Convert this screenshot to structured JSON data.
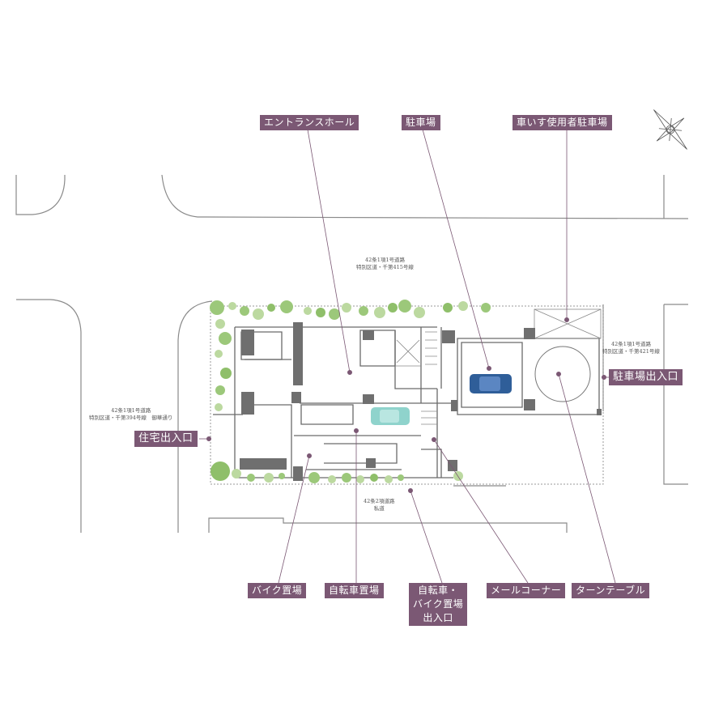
{
  "colors": {
    "callout_bg": "#7b5874",
    "callout_text": "#ffffff",
    "leader_line": "#7b5874",
    "wall": "#6f6f6f",
    "outline": "#666666",
    "greenery": "#8fbf6a",
    "blue_car": "#2f5e99",
    "teal_car": "#8fd3cc"
  },
  "labels": {
    "entrance_hall": "エントランスホール",
    "parking": "駐車場",
    "wheelchair_parking": "車いす使用者駐車場",
    "parking_entrance": "駐車場出入口",
    "residential_entrance": "住宅出入口",
    "bike_parking": "バイク置場",
    "bicycle_parking": "自転車置場",
    "bicycle_bike_entrance": [
      "自転車・",
      "バイク置場",
      "出入口"
    ],
    "mail_corner": "メールコーナー",
    "turntable": "ターンテーブル"
  },
  "roads": {
    "north": [
      "42条1項1号道路",
      "特別区道・千第415号線"
    ],
    "east": [
      "42条1項1号道路",
      "特別区道・千第421号線"
    ],
    "west": [
      "42条1項1号道路",
      "特別区道・千第394号線　御華通り"
    ],
    "south": [
      "42条2項道路",
      "私道"
    ]
  },
  "icons": {
    "compass": "compass-rose-icon"
  }
}
